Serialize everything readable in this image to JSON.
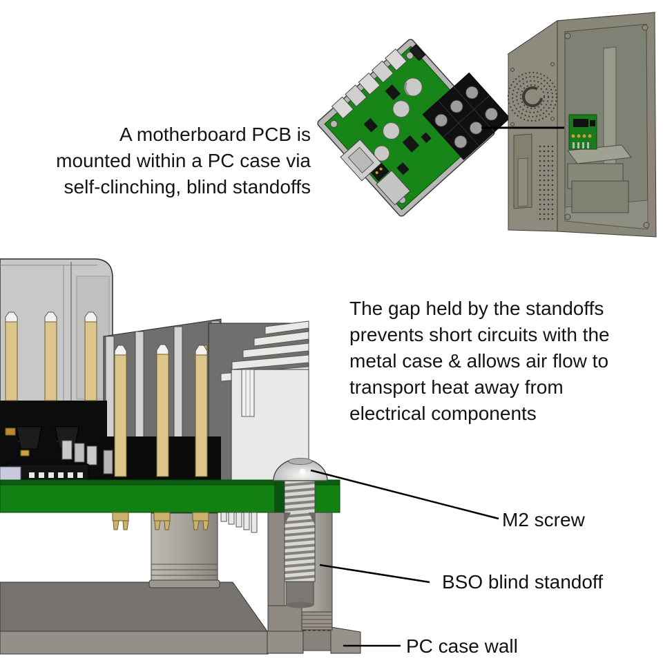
{
  "annotations": {
    "intro": {
      "lines": [
        "A motherboard PCB is",
        "mounted within a PC case via",
        "self-clinching, blind standoffs"
      ]
    },
    "gap": {
      "lines": [
        "The gap held by the standoffs",
        "prevents short circuits with the",
        "metal case & allows air flow to",
        "transport heat away from",
        "electrical components"
      ]
    },
    "labels": {
      "m2_screw": "M2 screw",
      "bso_standoff": "BSO blind standoff",
      "pc_case_wall": "PC case wall"
    }
  },
  "colors": {
    "background": "#ffffff",
    "text": "#141414",
    "leader_line": "#000000",
    "pcb_green_front": "#128013",
    "pcb_green_top": "#0b5c0f",
    "gold_pin": "#dcc68c",
    "metal_light": "#c8c8c6",
    "metal_mid": "#a5a19b",
    "metal_dark": "#787370",
    "case_olive": "#8e8b7e",
    "connector_black": "#0c0c0c",
    "connector_white": "#e9e9e7",
    "screw_silver": "#d2d2d0"
  }
}
